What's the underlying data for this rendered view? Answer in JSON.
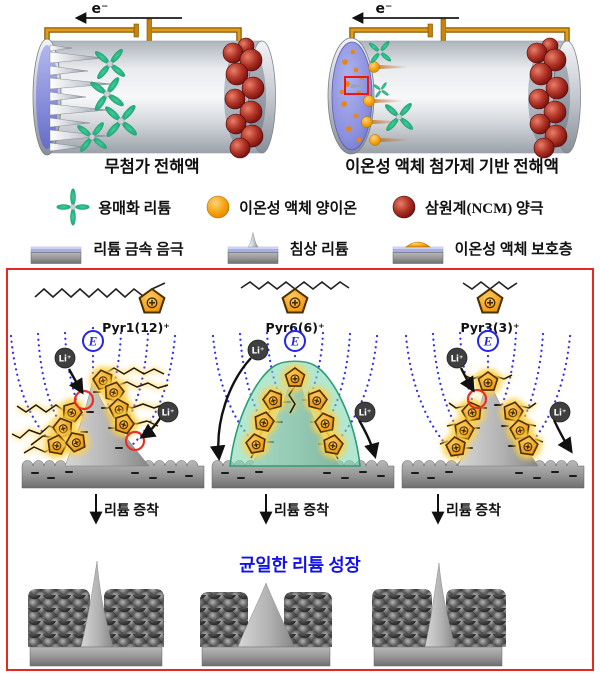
{
  "figure": {
    "top": {
      "left": {
        "electron": "e⁻",
        "caption": "무첨가 전해액"
      },
      "right": {
        "electron": "e⁻",
        "caption": "이온성 액체 첨가제 기반 전해액"
      }
    },
    "legend": {
      "solvated_li": "용매화 리튬",
      "il_cation": "이온성 액체 양이온",
      "ncm": "삼원계(NCM) 양극",
      "li_anode": "리튬 금속 음극",
      "needle_li": "침상 리튬",
      "il_layer": "이온성 액체 보호층"
    },
    "mech": {
      "pyr1": "Pyr1(12)⁺",
      "pyr6": "Pyr6(6)⁺",
      "pyr3": "Pyr3(3)⁺",
      "efield": "E",
      "li": "Li⁺",
      "deposition": "리튬 증착",
      "uniform": "균일한 리튬 성장"
    },
    "colors": {
      "box_border_red": "#e8281e",
      "field_blue": "#2424ec",
      "uniform_text_blue": "#1310ee",
      "cation_orange": "#f09c16",
      "protective_green": "#7fd7b4",
      "ncm_red": "#8c1616",
      "anode_blue": "#8d93dd",
      "wire_gold": "#d29012",
      "solvated_green": "#18a878"
    }
  }
}
